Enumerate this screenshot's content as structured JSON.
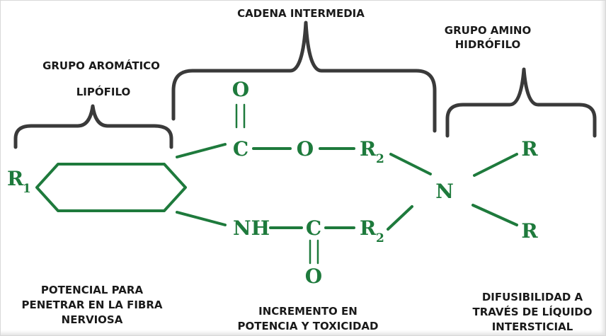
{
  "colors": {
    "chem_green": "#1e7a3c",
    "bracket_gray": "#3a3a3a",
    "label_text": "#1a1a1a"
  },
  "labels": {
    "aromatic_title": "GRUPO AROMÁTICO",
    "aromatic_subtitle": "LIPÓFILO",
    "chain_title": "CADENA INTERMEDIA",
    "amino_title_line1": "GRUPO AMINO",
    "amino_title_line2": "HIDRÓFILO",
    "aromatic_note_line1": "POTENCIAL PARA",
    "aromatic_note_line2": "PENETRAR EN LA FIBRA",
    "aromatic_note_line3": "NERVIOSA",
    "chain_note_line1": "INCREMENTO EN",
    "chain_note_line2": "POTENCIA Y TOXICIDAD",
    "amino_note_line1": "DIFUSIBILIDAD A",
    "amino_note_line2": "TRAVÉS DE LÍQUIDO",
    "amino_note_line3": "INTERSTICIAL"
  },
  "atoms": {
    "r1_main": "R",
    "r1_sub": "1",
    "ester_oxygen_top": "O",
    "ester_carbon": "C",
    "ester_oxygen": "O",
    "ester_r_main": "R",
    "ester_r_sub": "2",
    "amide_nh": "NH",
    "amide_carbon": "C",
    "amide_oxygen_bottom": "O",
    "amide_r_main": "R",
    "amide_r_sub": "2",
    "nitrogen": "N",
    "n_r_top": "R",
    "n_r_bottom": "R"
  }
}
